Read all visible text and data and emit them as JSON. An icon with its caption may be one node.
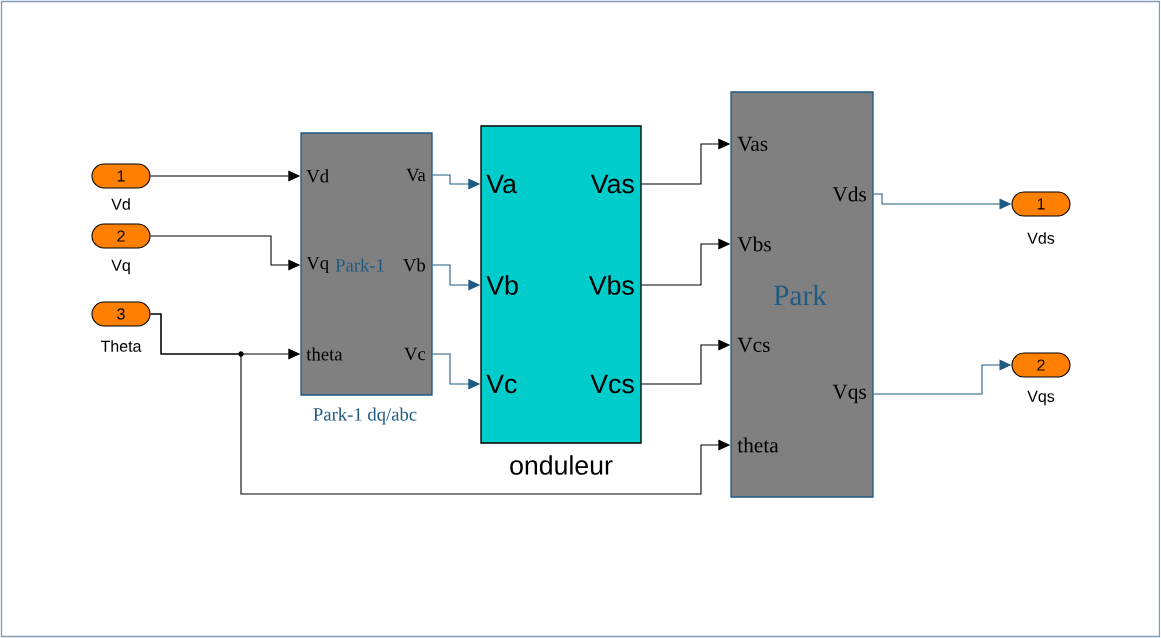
{
  "diagram": {
    "nodes": [
      {
        "text": [
          "1"
        ],
        "beside": [
          "Vd"
        ]
      },
      {
        "text": [
          "2"
        ],
        "beside": [
          "Vq"
        ]
      },
      {
        "text": [
          "3"
        ],
        "beside": [
          "Theta"
        ]
      },
      {
        "text": [
          "Park-1",
          "Vd",
          "Vq",
          "theta",
          "Va",
          "Vb",
          "Vc"
        ],
        "beside": [
          "Park-1 dq/abc"
        ]
      },
      {
        "text": [
          "Va",
          "Vb",
          "Vc",
          "Vas",
          "Vbs",
          "Vcs"
        ],
        "beside": [
          "onduleur"
        ]
      },
      {
        "text": [
          "Park",
          "Vas",
          "Vbs",
          "Vcs",
          "theta",
          "Vds",
          "Vqs"
        ]
      },
      {
        "text": [
          "1"
        ],
        "beside": [
          "Vds"
        ]
      },
      {
        "text": [
          "2"
        ],
        "beside": [
          "Vqs"
        ]
      }
    ],
    "edges": [
      {
        "from": 0,
        "to": 3,
        "arrow": "to"
      },
      {
        "from": 1,
        "to": 3,
        "arrow": "to"
      },
      {
        "from": 2,
        "to": 3,
        "arrow": "to"
      },
      {
        "from": 2,
        "to": 5,
        "arrow": "to"
      },
      {
        "from": 3,
        "to": 4,
        "arrow": "to",
        "color": "#1f5a82"
      },
      {
        "from": 3,
        "to": 4,
        "arrow": "to",
        "color": "#1f5a82"
      },
      {
        "from": 3,
        "to": 4,
        "arrow": "to",
        "color": "#1f5a82"
      },
      {
        "from": 4,
        "to": 5,
        "arrow": "to"
      },
      {
        "from": 4,
        "to": 5,
        "arrow": "to"
      },
      {
        "from": 4,
        "to": 5,
        "arrow": "to"
      },
      {
        "from": 5,
        "to": 6,
        "arrow": "to",
        "color": "#1f5a82"
      },
      {
        "from": 5,
        "to": 7,
        "arrow": "to",
        "color": "#1f5a82"
      }
    ]
  }
}
